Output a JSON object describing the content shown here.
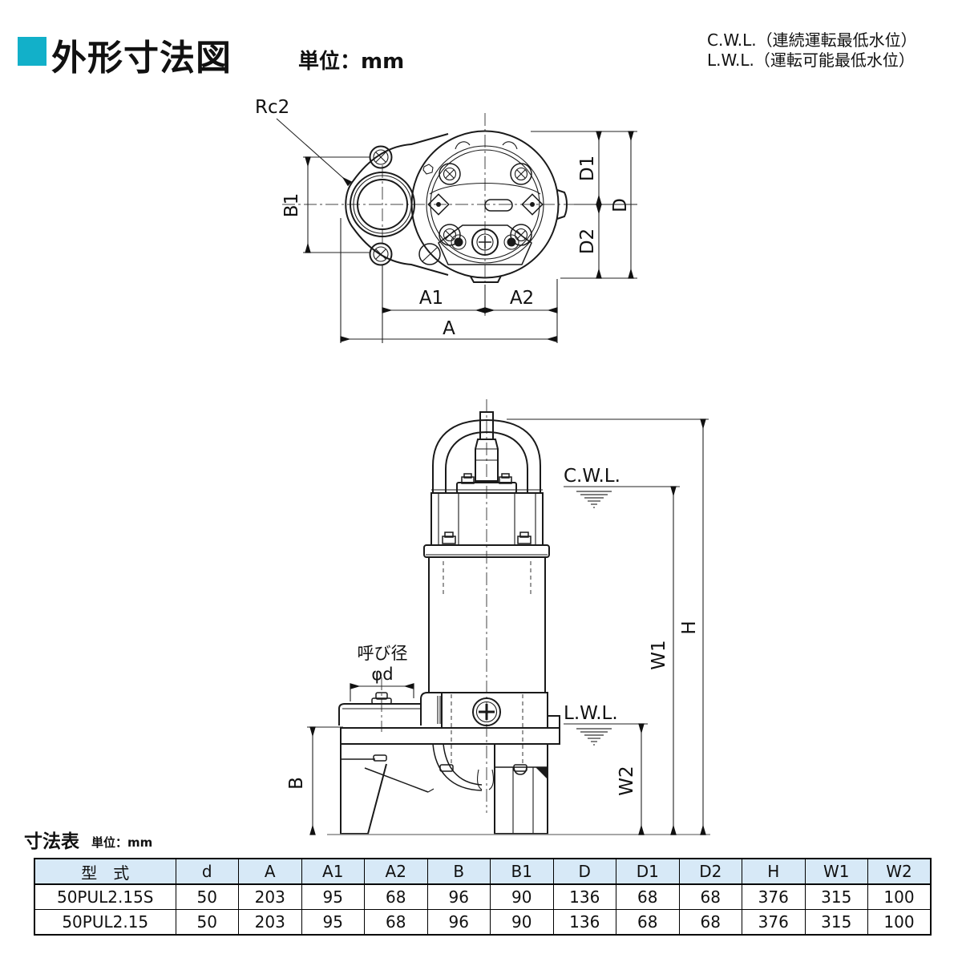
{
  "header": {
    "title": "外形寸法図",
    "unit_label": "単位：mm",
    "accent_color": "#12b0c9"
  },
  "legend": {
    "cwl_note": "C.W.L.（連続運転最低水位）",
    "lwl_note": "L.W.L.（運転可能最低水位）"
  },
  "diagram": {
    "top_view": {
      "labels": {
        "rc2": "Rc2",
        "b1": "B1",
        "a1": "A1",
        "a2": "A2",
        "a": "A",
        "d1": "D1",
        "d": "D",
        "d2": "D2"
      }
    },
    "side_view": {
      "labels": {
        "cwl": "C.W.L.",
        "lwl": "L.W.L.",
        "h": "H",
        "w1": "W1",
        "w2": "W2",
        "b": "B",
        "nominal_bore": "呼び径",
        "phi_d": "φd"
      }
    }
  },
  "table": {
    "caption": "寸法表",
    "unit_label": "単位：mm",
    "header_bg": "#d7e9f7",
    "columns": [
      "型　式",
      "d",
      "A",
      "A1",
      "A2",
      "B",
      "B1",
      "D",
      "D1",
      "D2",
      "H",
      "W1",
      "W2"
    ],
    "rows": [
      [
        "50PUL2.15S",
        "50",
        "203",
        "95",
        "68",
        "96",
        "90",
        "136",
        "68",
        "68",
        "376",
        "315",
        "100"
      ],
      [
        "50PUL2.15",
        "50",
        "203",
        "95",
        "68",
        "96",
        "90",
        "136",
        "68",
        "68",
        "376",
        "315",
        "100"
      ]
    ]
  }
}
